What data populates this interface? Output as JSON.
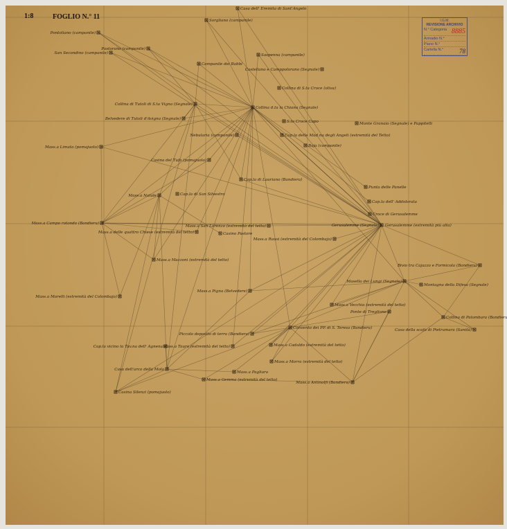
{
  "header": {
    "scale": "1:8",
    "sheet_title": "FOGLIO N.° 11"
  },
  "stamp": {
    "org": "I.G.M.",
    "title": "REVISIONE ARCHIVIO",
    "category_label": "N.° Categoria",
    "category_value": "8885",
    "cabinet_label": "Armadio N.°",
    "shelf_label": "Piano N.°",
    "folder_label": "Cartella N.°",
    "folder_value": "78"
  },
  "colors": {
    "paper": "#c19a5a",
    "ink": "#2a1d0e",
    "lines": "#4a3a24",
    "stamp": "#4a4f8a",
    "stamp_number": "#c4222a"
  },
  "points": [
    "Pontoliano (campanile)",
    "San Secondino (campanile)",
    "Pastorano (campanile)",
    "Sorgliano (campanile)",
    "Casa dell' Eremita di Sant'Angelo",
    "Campanile dei Babbi",
    "Saspenna (campanile)",
    "Castellano e Camppolorano (Segnale)",
    "Collina di S.ta Croce (oliva)",
    "Collina di Tutoli di S.ta Vigna (Segnale)",
    "Collina d.ta la Chiana (Segnale)",
    "Belvedere di Tutoli d'Avigna (Segnale)",
    "S.ta Croce Capo",
    "Monte Granaio (Segnale) e Pappitelli",
    "Nebularia (campanile)",
    "Cap.la delle Mad.na degli Angeli (estremità del Tetto)",
    "Baja (campanile)",
    "Mass.a Limata (pomajuolo)",
    "Casina del Tufo (pomajuolo)",
    "Cap.la di Lauriano (Bandiera)",
    "Mass.a Natale",
    "Cap.la di San Silvestro",
    "Punta delle Panelle",
    "Cap.la dell' Addolorata",
    "Croce di Gerusalemme",
    "Mass.a Campo rotondo (Bandiera)",
    "Mass.a San Lorenzo (estremità del tetto)",
    "Gerusalemme (Segnale)",
    "Mass.a delle quattro Chiese (estremità del tetto)",
    "Casino Pastore",
    "Mass.a Rausi (estremità del Colombajo)",
    "Mass.a Mazzoni (estremità del tetto)",
    "Bivio tra Cajazzo e Formicola (Bandiera)",
    "Mass.a Pigna (Belvedere)",
    "Mass.a Morelli (estremità del Colombajo)",
    "Masella dei Lungi (Segnale)",
    "Montagna della Difesa (Segnale)",
    "Mass.a Vecchia (estremità del tetto)",
    "Ponte di Treglione",
    "Collina di Palombara (Bandiera)",
    "Convento dei PP. di S. Teresa (Bandiera)",
    "Casa della scafa di Pietramara (Sanità)",
    "Piccolo deposito di terra (Bandiera)",
    "Cap.la vicino la Tav.na dell' Agnena",
    "Mass.a Tauro (estremità del tetto)",
    "Mass.a Cadaldo (estremità del tetto)",
    "Mass.a Morra (estremità del tetto)",
    "Casa dell'arco della Mola",
    "Mass.a Pagliara",
    "Mass.a Gemma (estremità del tetto)",
    "Mass.a Antinolfi (Bandiera)",
    "Casina Silenzi (pomajuolo)"
  ],
  "extra_labels": [
    "Gerusalemme (estremità più alta)"
  ]
}
